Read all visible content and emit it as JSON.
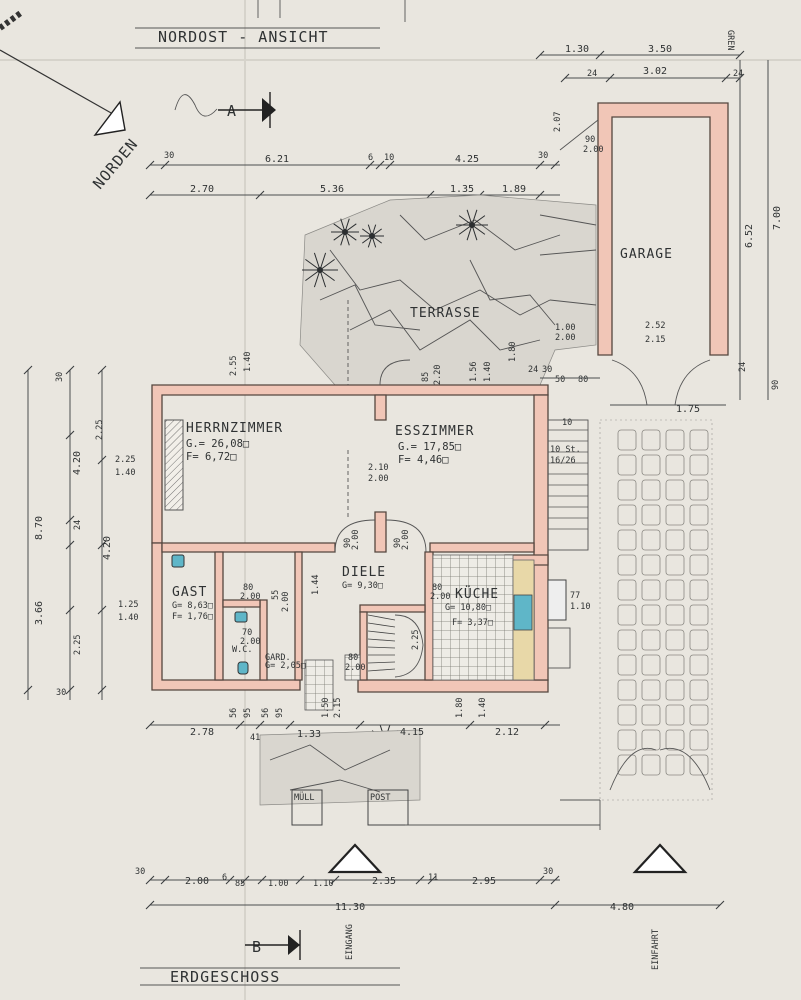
{
  "titles": {
    "top_view": "NORDOST - ANSICHT",
    "north": "NORDEN",
    "floor": "ERDGESCHOSS",
    "entrance": "EINGANG",
    "driveway": "EINFAHRT",
    "section_a": "A",
    "section_b": "B",
    "edge": "GREN"
  },
  "rooms": {
    "herrnzimmer": {
      "name": "HERRNZIMMER",
      "g": "G.= 26,08□",
      "f": "F= 6,72□"
    },
    "esszimmer": {
      "name": "ESSZIMMER",
      "g": "G.= 17,85□",
      "f": "F= 4,46□"
    },
    "gast": {
      "name": "GAST",
      "g": "G= 8,63□",
      "f": "F= 1,76□"
    },
    "diele": {
      "name": "DIELE",
      "g": "G= 9,30□"
    },
    "kueche": {
      "name": "KÜCHE",
      "g": "G= 10,80□",
      "f": "F= 3,37□"
    },
    "wc": {
      "name": "W.C."
    },
    "gard": {
      "name": "GARD.",
      "g": "G= 2,05□"
    },
    "garage": {
      "name": "GARAGE"
    },
    "terrasse": {
      "name": "TERRASSE"
    },
    "muell": {
      "name": "MÜLL"
    },
    "post": {
      "name": "POST"
    }
  },
  "dims": {
    "top1": [
      "1.30",
      "3.50"
    ],
    "top2": [
      "3.02"
    ],
    "top_left": [
      "30",
      "6.21",
      "6",
      "10",
      "4.25",
      "30"
    ],
    "top_row2": [
      "2.70",
      "5.36",
      "1.35",
      "1.89"
    ],
    "garage_right": [
      "6.52",
      "7.00",
      "24",
      "90"
    ],
    "garage_misc": [
      "2.07",
      "90",
      "2.00",
      "24",
      "24",
      "2.52",
      "2.15",
      "1.00",
      "2.00",
      "1.75"
    ],
    "terrace_misc": [
      "2.55",
      "1.40",
      "85",
      "2.20",
      "1.56",
      "1.40",
      "1.80",
      "24",
      "30",
      "50",
      "80"
    ],
    "left_outer": [
      "8.70",
      "3.66"
    ],
    "left_mid": [
      "2.25",
      "4.20",
      "24",
      "4.20",
      "2.25"
    ],
    "left_inner": [
      "30",
      "2.25",
      "1.40",
      "1.25",
      "1.40",
      "30"
    ],
    "doors": [
      "2.10",
      "2.00",
      "90",
      "2.00",
      "90",
      "2.00",
      "80",
      "2.00",
      "1.44",
      "80",
      "2.00",
      "55",
      "2.00",
      "70",
      "2.00",
      "80",
      "2.00",
      "2.25"
    ],
    "stairs": [
      "10",
      "10 St.",
      "16/26"
    ],
    "kitchen_ext": [
      "77",
      "1.10"
    ],
    "bottom_row1": [
      "2.78",
      "41",
      "1.33",
      "4.15",
      "2.12"
    ],
    "bottom_extra": [
      "56",
      "95",
      "56",
      "95",
      "1.80",
      "1.40",
      "1.50",
      "2.15"
    ],
    "bottom_row2": [
      "30",
      "2.00",
      "6",
      "85",
      "1.00",
      "1.10",
      "2.35",
      "11",
      "2.95",
      "30"
    ],
    "bottom_row3": [
      "11.30",
      "4.80"
    ]
  },
  "colors": {
    "wall_fill": "#f1c6b7",
    "ink": "#2f3233",
    "paper": "#e9e6df",
    "water_blue": "#5fb6c8",
    "kitchen_grid": "#7a7a74"
  }
}
